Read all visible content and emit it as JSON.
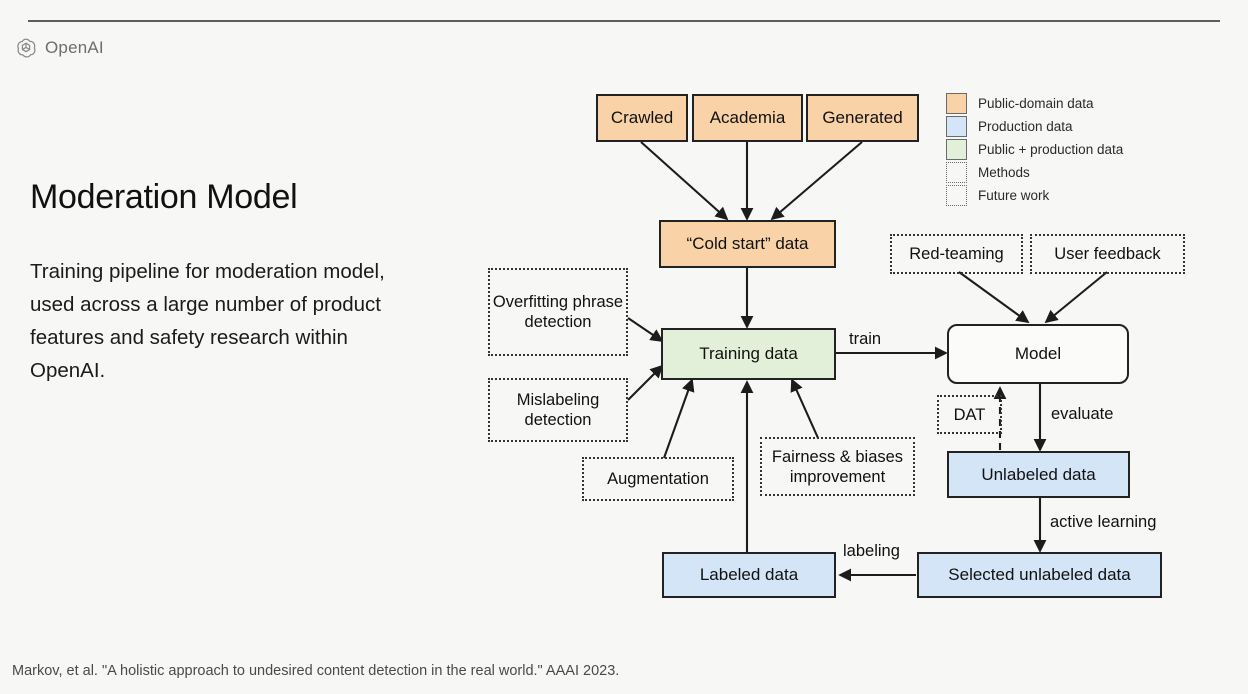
{
  "brand": {
    "name": "OpenAI",
    "logo_icon": "openai-logo-icon"
  },
  "slide": {
    "title": "Moderation Model",
    "description": "Training pipeline for moderation model, used across a large number of product features and safety research within OpenAI.",
    "citation": "Markov, et al. \"A holistic approach to undesired content detection in the real world.\" AAAI 2023."
  },
  "colors": {
    "public_domain_data": "#f9d3a7",
    "production_data": "#d3e5f7",
    "public_plus_production_data": "#e3f0d9",
    "methods_border": "#333333",
    "future_work_border": "#333333",
    "stroke": "#222222",
    "background": "#f7f7f5"
  },
  "legend": {
    "items": [
      {
        "label": "Public-domain data",
        "style": "solid",
        "color": "#f9d3a7"
      },
      {
        "label": "Production data",
        "style": "solid",
        "color": "#d3e5f7"
      },
      {
        "label": "Public + production data",
        "style": "solid",
        "color": "#e3f0d9"
      },
      {
        "label": "Methods",
        "style": "dotted",
        "color": "transparent"
      },
      {
        "label": "Future work",
        "style": "dotted",
        "color": "transparent"
      }
    ]
  },
  "diagram": {
    "nodes": [
      {
        "id": "crawled",
        "label": "Crawled",
        "category": "public-domain data"
      },
      {
        "id": "academia",
        "label": "Academia",
        "category": "public-domain data"
      },
      {
        "id": "generated",
        "label": "Generated",
        "category": "public-domain data"
      },
      {
        "id": "cold-start-data",
        "label": "“Cold start” data",
        "category": "public-domain data"
      },
      {
        "id": "overfitting",
        "label": "Overfitting phrase detection",
        "category": "methods"
      },
      {
        "id": "mislabeling",
        "label": "Mislabeling detection",
        "category": "methods"
      },
      {
        "id": "augmentation",
        "label": "Augmentation",
        "category": "methods"
      },
      {
        "id": "fairness",
        "label": "Fairness & biases improvement",
        "category": "methods"
      },
      {
        "id": "training-data",
        "label": "Training data",
        "category": "public + production data"
      },
      {
        "id": "red-teaming",
        "label": "Red-teaming",
        "category": "methods"
      },
      {
        "id": "user-feedback",
        "label": "User feedback",
        "category": "methods"
      },
      {
        "id": "model",
        "label": "Model",
        "category": "model"
      },
      {
        "id": "dat",
        "label": "DAT",
        "category": "future work"
      },
      {
        "id": "unlabeled-data",
        "label": "Unlabeled data",
        "category": "production data"
      },
      {
        "id": "selected-unlabeled",
        "label": "Selected unlabeled data",
        "category": "production data"
      },
      {
        "id": "labeled-data",
        "label": "Labeled data",
        "category": "production data"
      }
    ],
    "edge_labels": [
      {
        "id": "train",
        "label": "train"
      },
      {
        "id": "evaluate",
        "label": "evaluate"
      },
      {
        "id": "active-learning",
        "label": "active learning"
      },
      {
        "id": "labeling",
        "label": "labeling"
      }
    ]
  }
}
